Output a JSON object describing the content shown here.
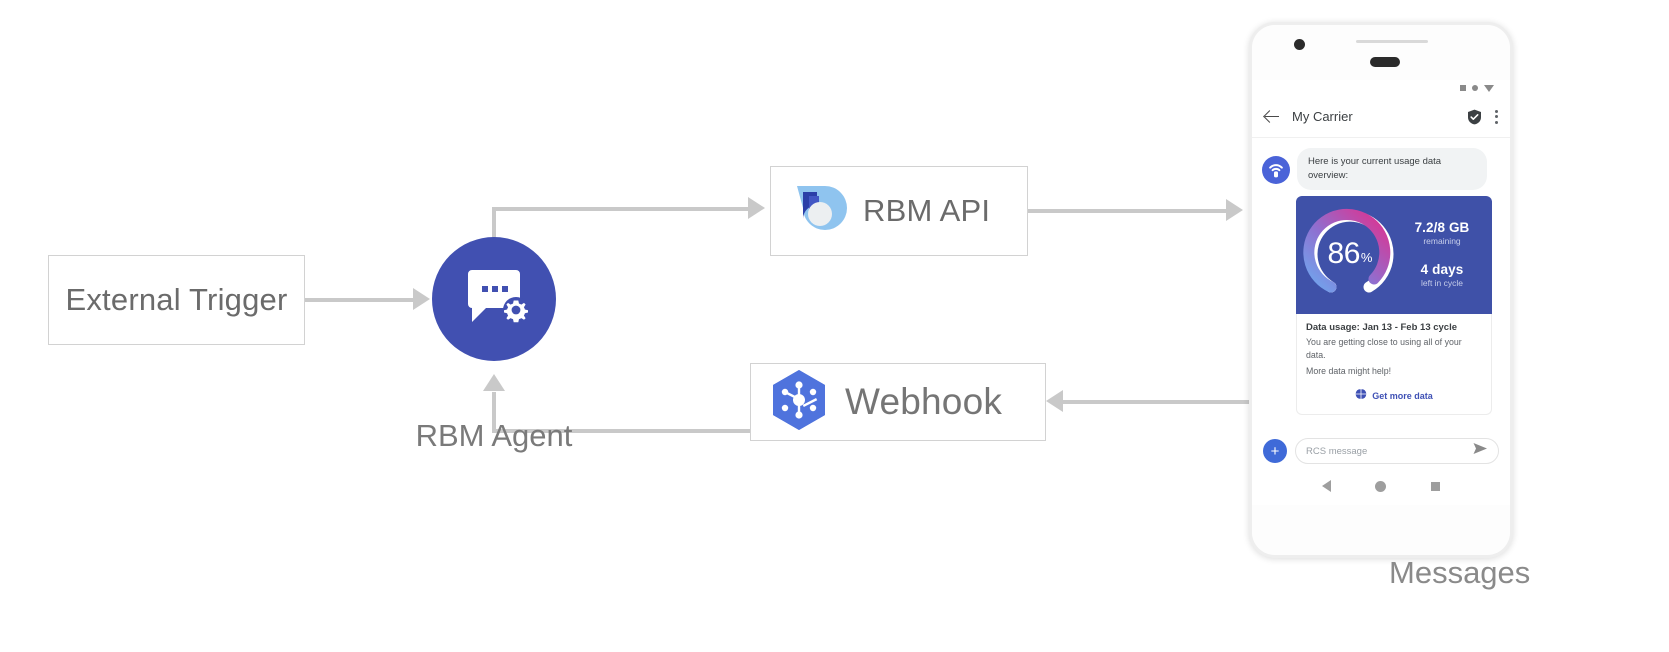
{
  "diagram": {
    "title": "RBM Agent architecture flow",
    "nodes": {
      "external_trigger": {
        "label": "External Trigger"
      },
      "rbm_agent": {
        "label_icon": "chat-gear-icon",
        "caption": "RBM Agent"
      },
      "rbm_api": {
        "label": "RBM API",
        "icon": "rbm-api-logo-icon"
      },
      "webhook": {
        "label": "Webhook",
        "icon": "webhook-hexagon-icon"
      },
      "messages": {
        "caption": "Messages"
      }
    },
    "connectors": [
      {
        "name": "trigger-to-agent",
        "from": "external_trigger",
        "to": "rbm_agent",
        "direction": "right"
      },
      {
        "name": "agent-to-api",
        "from": "rbm_agent",
        "to": "rbm_api",
        "direction": "right"
      },
      {
        "name": "api-to-phone",
        "from": "rbm_api",
        "to": "messages",
        "direction": "right"
      },
      {
        "name": "phone-to-webhook",
        "from": "messages",
        "to": "webhook",
        "direction": "left"
      },
      {
        "name": "webhook-to-agent",
        "from": "webhook",
        "to": "rbm_agent",
        "direction": "up"
      }
    ],
    "colors": {
      "agent_blue": "#4150b1",
      "card_blue": "#3f51a8",
      "connector_gray": "#c9c9c9",
      "box_border": "#d2d2d2",
      "link_blue": "#3f51b5"
    }
  },
  "phone": {
    "statusbar": {
      "icons": [
        "square-icon",
        "circle-icon",
        "triangle-down-icon"
      ]
    },
    "appbar": {
      "back_icon": "back-arrow-icon",
      "title": "My Carrier",
      "verified_icon": "verified-shield-icon",
      "overflow_icon": "kebab-menu-icon"
    },
    "conversation": {
      "avatar_icon": "carrier-signal-avatar-icon",
      "message": "Here is your current usage data overview:",
      "card": {
        "gauge": {
          "value": "86",
          "unit": "%",
          "percent": 86
        },
        "data_remaining": "7.2/8 GB",
        "data_remaining_sub": "remaining",
        "days_left": "4 days",
        "days_left_sub": "left in cycle",
        "title": "Data usage: Jan 13 - Feb 13 cycle",
        "description_line1": "You are getting close to using all of your data.",
        "description_line2": "More data might help!",
        "action_icon": "globe-icon",
        "action_label": "Get more data"
      }
    },
    "composer": {
      "add_label": "+",
      "placeholder": "RCS message",
      "send_icon": "send-icon"
    },
    "navbar": {
      "icons": [
        "nav-back-icon",
        "nav-home-icon",
        "nav-recents-icon"
      ]
    }
  }
}
